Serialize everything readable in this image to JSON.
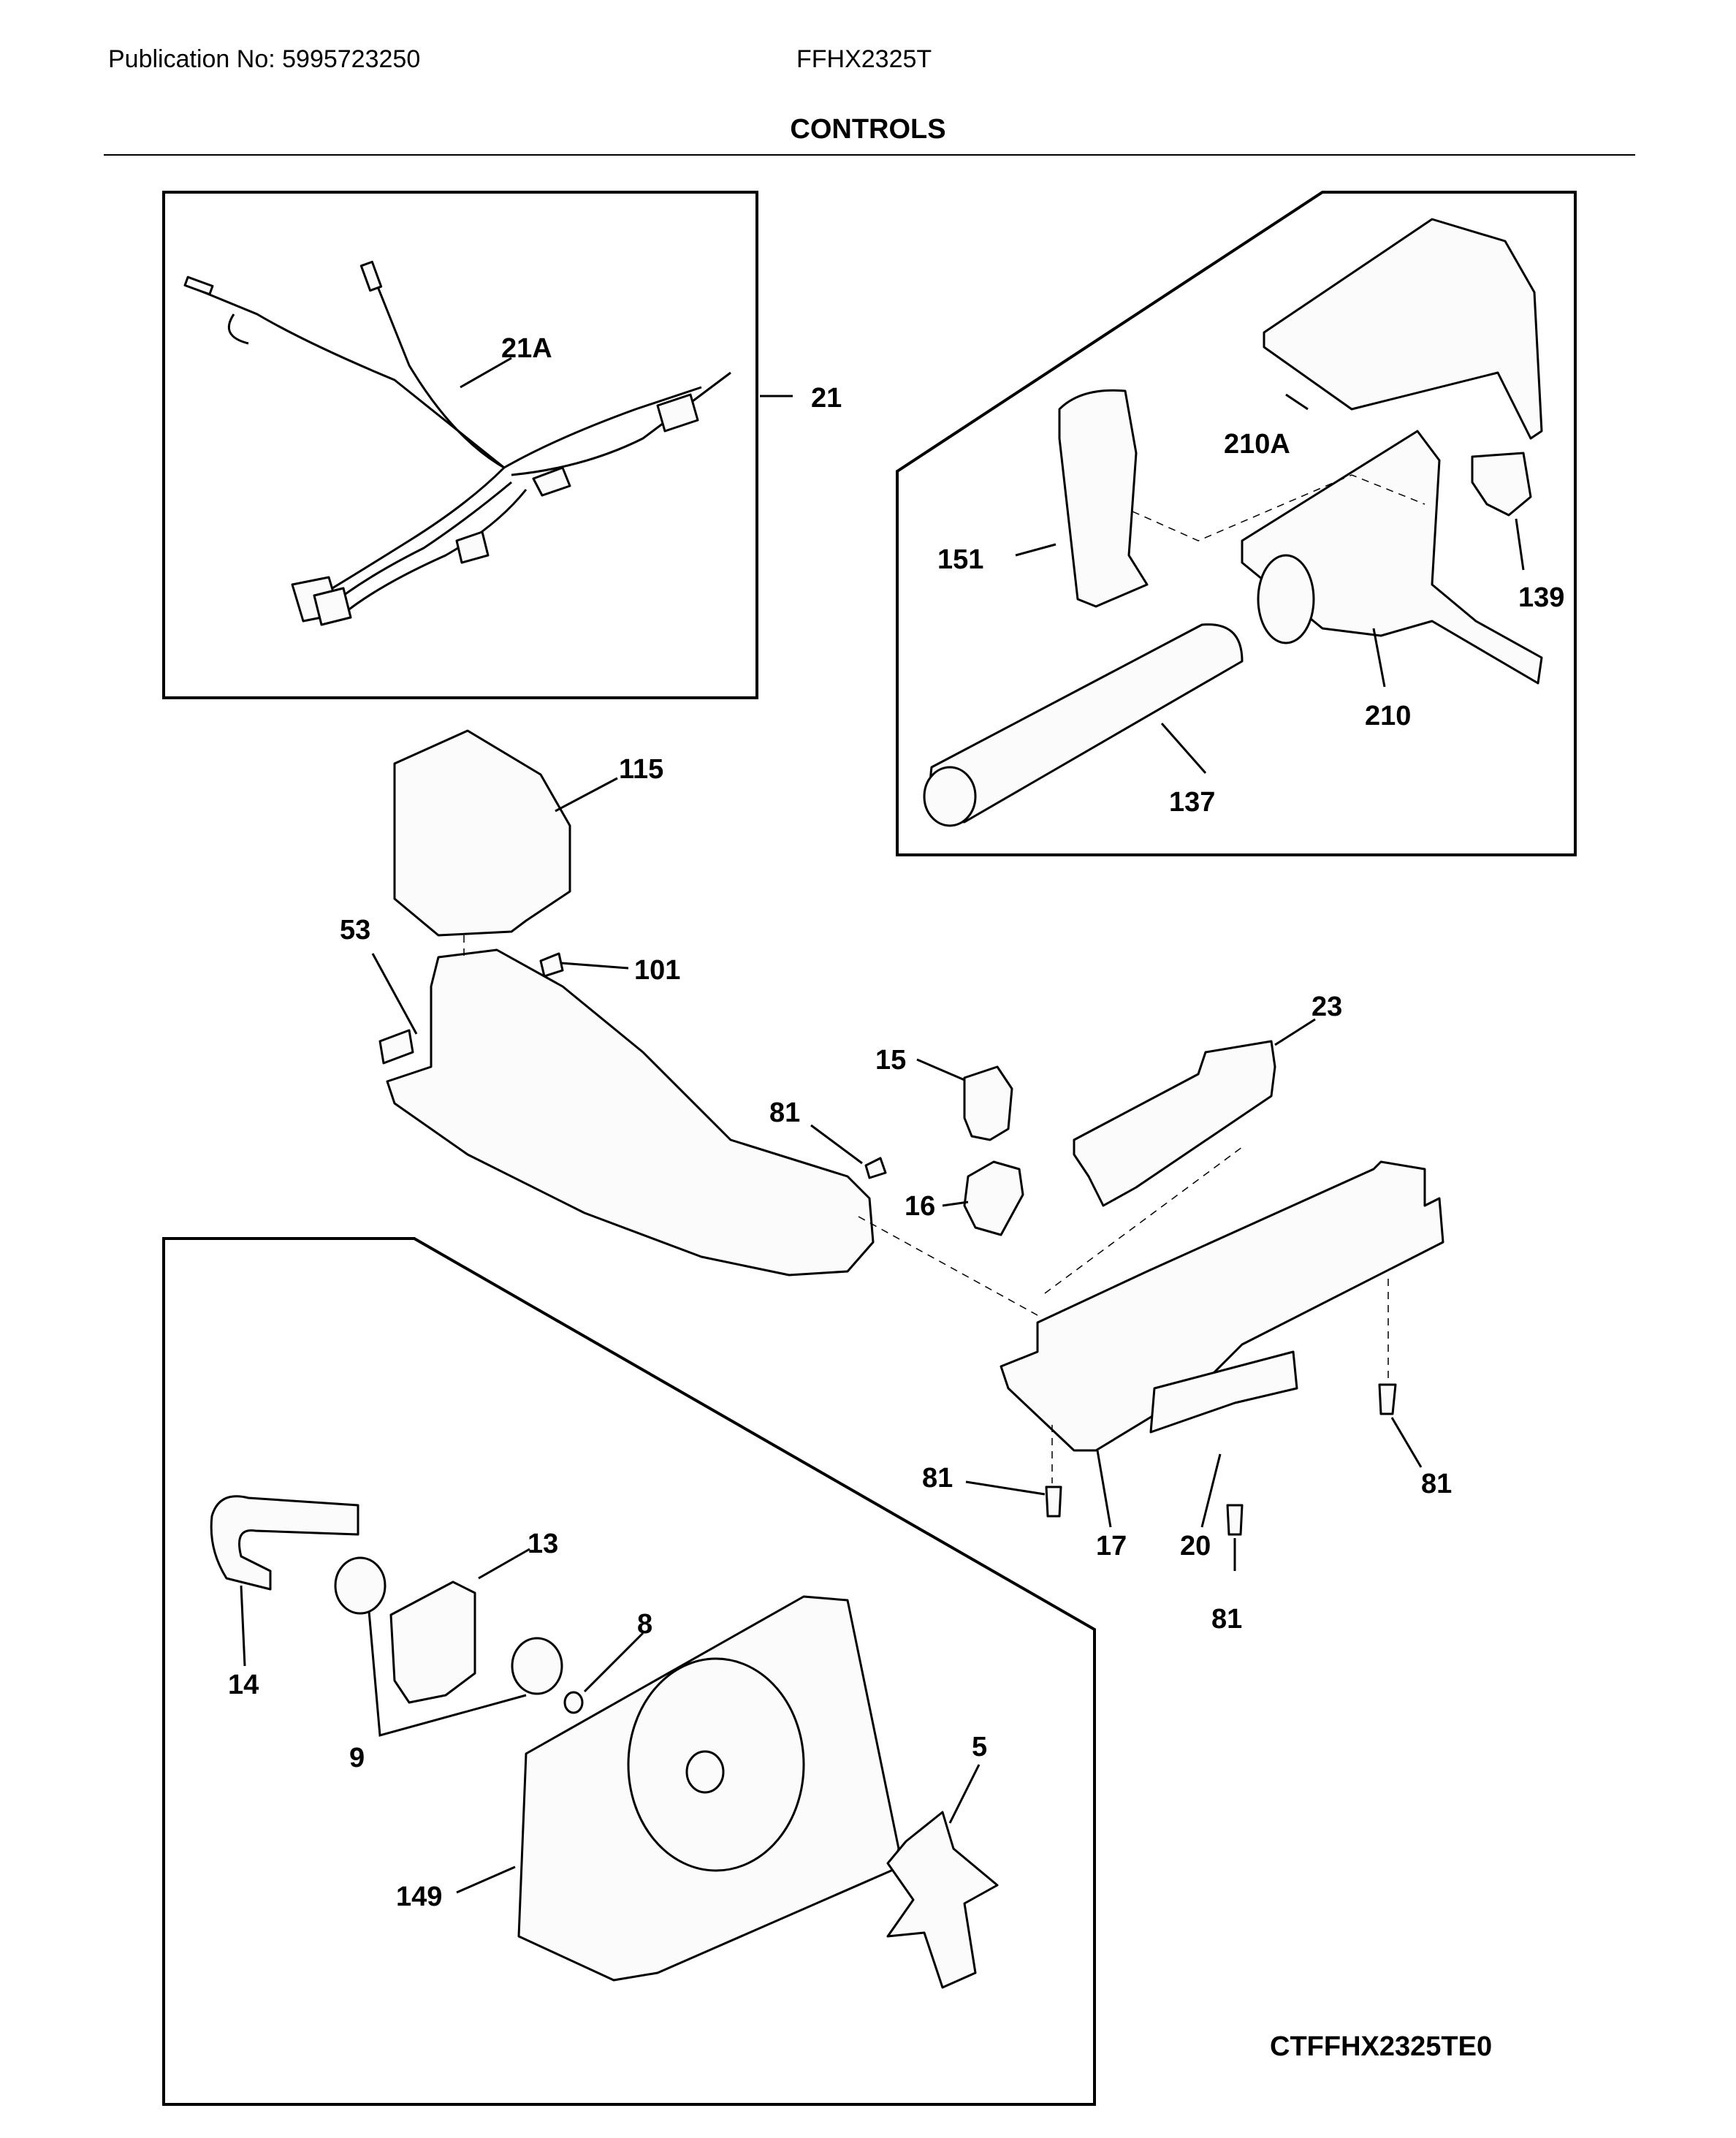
{
  "header": {
    "publication": "Publication No: 5995723250",
    "model": "FFHX2325T",
    "title": "CONTROLS"
  },
  "footer": {
    "drawing_code": "CTFFHX2325TE0"
  },
  "part_labels": {
    "p21A": "21A",
    "p21": "21",
    "p210A": "210A",
    "p151": "151",
    "p139": "139",
    "p210": "210",
    "p137": "137",
    "p115": "115",
    "p53": "53",
    "p101": "101",
    "p23": "23",
    "p15": "15",
    "p81a": "81",
    "p16": "16",
    "p81b": "81",
    "p81c": "81",
    "p17": "17",
    "p20": "20",
    "p81d": "81",
    "p13": "13",
    "p14": "14",
    "p8": "8",
    "p9": "9",
    "p5": "5",
    "p149": "149"
  }
}
